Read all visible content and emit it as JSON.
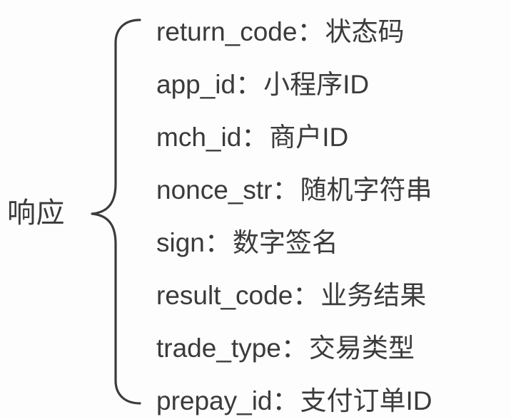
{
  "diagram": {
    "type": "bracket-mindmap",
    "background_color": "#fdfdfd",
    "text_color": "#3b3b3b",
    "brace_color": "#3b3b3b",
    "root": {
      "label": "响应"
    },
    "separator": "：",
    "items": [
      {
        "key": "return_code",
        "value": "状态码"
      },
      {
        "key": "app_id",
        "value": "小程序ID"
      },
      {
        "key": "mch_id",
        "value": "商户ID"
      },
      {
        "key": "nonce_str",
        "value": "随机字符串"
      },
      {
        "key": "sign",
        "value": "数字签名"
      },
      {
        "key": "result_code",
        "value": "业务结果"
      },
      {
        "key": "trade_type",
        "value": "交易类型"
      },
      {
        "key": "prepay_id",
        "value": "支付订单ID"
      }
    ]
  }
}
